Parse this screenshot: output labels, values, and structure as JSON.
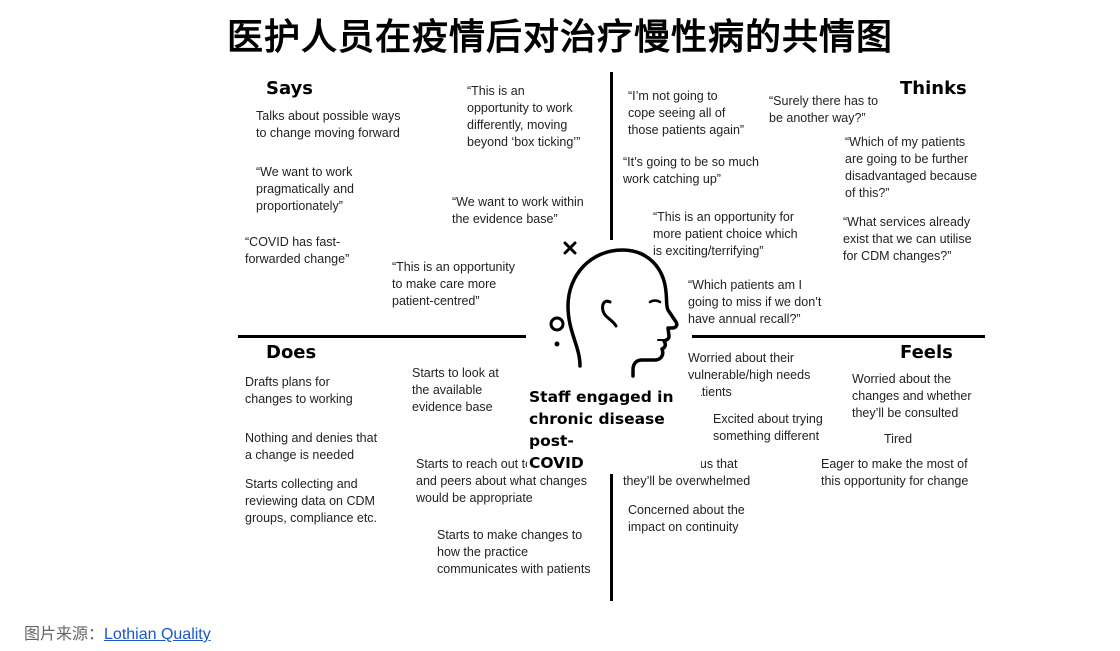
{
  "title": "医护人员在疫情后对治疗慢性病的共情图",
  "quadrants": {
    "says": "Says",
    "thinks": "Thinks",
    "does": "Does",
    "feels": "Feels"
  },
  "center_label": "Staff engaged in\nchronic disease post-\nCOVID",
  "says_notes": [
    "Talks about possible ways\nto change moving forward",
    "“We want to work\npragmatically and\nproportionately”",
    "“COVID has fast-\nforwarded change”",
    "“This is an\nopportunity to work\ndifferently, moving\nbeyond ‘box ticking’”",
    "“We want to work within\nthe evidence base”",
    "“This is an opportunity\nto make care more\npatient-centred”"
  ],
  "thinks_notes": [
    "“I’m not going to\ncope seeing all of\nthose patients again”",
    "“Surely there has to\nbe another way?”",
    "“It’s going to be so much\nwork catching up”",
    "“Which of my patients\nare going to be further\ndisadvantaged because\nof this?”",
    "“This is an opportunity for\nmore patient choice which\nis exciting/terrifying”",
    "“What services already\nexist that we can utilise\nfor CDM changes?”",
    "“Which patients am I\ngoing to miss if we don’t\nhave annual recall?”"
  ],
  "does_notes": [
    "Drafts plans for\nchanges to working",
    "Starts to look at\nthe available\nevidence base",
    "Nothing and denies that\na change is needed",
    "Starts collecting and\nreviewing data on CDM\ngroups, compliance etc.",
    "Starts to reach out to colleagues\nand peers about what changes\nwould be appropriate",
    "Starts to make changes to\nhow the practice\ncommunicates with patients"
  ],
  "feels_notes": [
    "Worried about their\nvulnerable/high needs\npatients",
    "Worried about the\nchanges and whether\nthey’ll be consulted",
    "Excited about trying\nsomething different",
    "Tired",
    "Worried/anxious that\nthey’ll be overwhelmed",
    "Eager to make the most of\nthis opportunity for change",
    "Concerned about the\nimpact on continuity"
  ],
  "footer": {
    "prefix": "图片来源：",
    "link_text": "Lothian Quality"
  }
}
